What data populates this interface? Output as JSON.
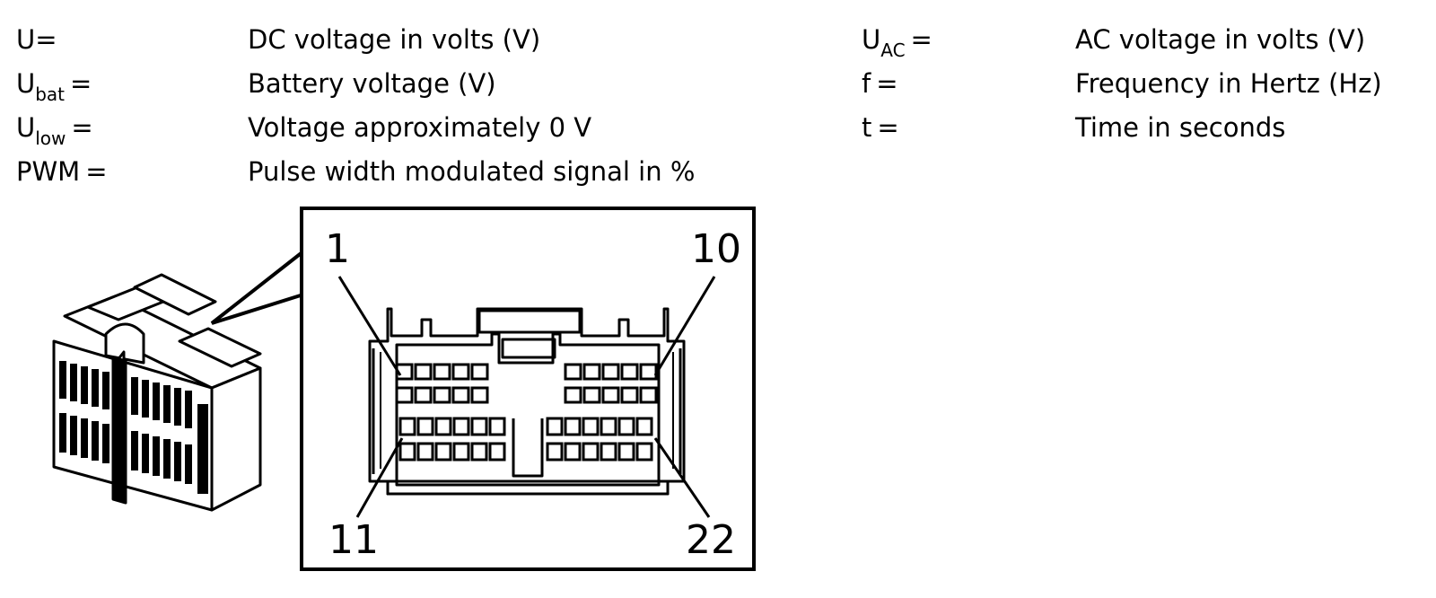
{
  "legend": {
    "left": [
      {
        "base": "U",
        "sub": "",
        "eq": "=",
        "def": "DC voltage in volts (V)"
      },
      {
        "base": "U",
        "sub": "bat",
        "eq": "=",
        "def": "Battery voltage (V)"
      },
      {
        "base": "U",
        "sub": "low",
        "eq": "=",
        "def": "Voltage approximately 0 V"
      },
      {
        "base": "PWM",
        "sub": "",
        "eq": "=",
        "def": "Pulse width modulated signal in %"
      }
    ],
    "right": [
      {
        "base": "U",
        "sub": "AC",
        "eq": "=",
        "def": "AC voltage in volts (V)"
      },
      {
        "base": "f",
        "sub": "",
        "eq": "=",
        "def": "Frequency in Hertz (Hz)"
      },
      {
        "base": "t",
        "sub": "",
        "eq": "=",
        "def": "Time in seconds"
      }
    ]
  },
  "connector": {
    "pin_labels": {
      "top_left": "1",
      "top_right": "10",
      "bottom_left": "11",
      "bottom_right": "22"
    }
  }
}
